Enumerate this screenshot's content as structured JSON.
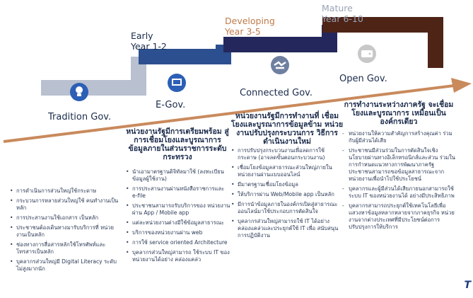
{
  "stages": [
    {
      "title": "Early",
      "years": "Year 1-2",
      "title_color": "#1b2b4b"
    },
    {
      "title": "Developing",
      "years": "Year 3-5",
      "title_color": "#c07a4a"
    },
    {
      "title": "Mature",
      "years": "Year 6-10",
      "title_color": "#9aa3b5"
    }
  ],
  "eras": [
    {
      "label": "Tradition Gov.",
      "icon": "lightbulb-icon"
    },
    {
      "label": "E-Gov.",
      "icon": "presentation-icon"
    },
    {
      "label": "Connected Gov.",
      "icon": "handshake-icon"
    },
    {
      "label": "Open Gov.",
      "icon": "wallet-icon"
    }
  ],
  "columns": [
    {
      "heading": "",
      "items": [
        "การดำเนินการส่วนใหญ่ใช้กระดาษ",
        "กระบวนการหลายส่วนใหญ่ใช้ คนทำงานเป็นหลัก",
        "การประสานงานใช้เอกสาร เป็นหลัก",
        "ประชาชนต้องเดินทางมารับบริการที่ หน่วยงานเป็นหลัก",
        "ช่องทางการสื่อสารหลักใช้โทรศัพท์และ โทรสารเป็นหลัก",
        "บุคลากรส่วนใหญ่มี Digital Literacy ระดับไม่สูงมากนัก"
      ]
    },
    {
      "heading": "หน่วยงานรัฐมีการเตรียมพร้อม สู่การเชื่อมโยงและบูรณาการ ข้อมูลภายในส่วนราชการระดับ กระทรวง",
      "items": [
        "นำเอามาตรฐานดิจิทัลมาใช้ (ลงทะเบียนข้อมูลผู้ใช้งาน)",
        "การประสานงานผ่านหนังสือราชการและ e-file",
        "ประชาชนสามารถรับบริการของ หน่วยงานผ่าน App / Mobile app",
        "แต่ละหน่วยงานต่างมีใช้ข้อมูลสาธารณะ",
        "บริการของหน่วยงานผ่าน web",
        "การใช้ service oriented Architecture",
        "บุคลากรส่วนใหญ่สามารถ ใช้ระบบ IT ของหน่วยงานได้อย่าง คล่องแคล่ว"
      ]
    },
    {
      "heading": "หน่วยงานรัฐมีการทำงานที่ เชื่อมโยงและบูรณาการข้อมูลข้าม หน่วยงานปรับปรุงกระบวนการ วิธีการดำเนินงานใหม่",
      "items": [
        "การปรับปรุงกระบวนงานเพื่อลดการใช้ กระดาษ (อาจลดขั้นตอนกระบวนงาน)",
        "เชื่อมโยงข้อมูลสาธารณะส่วนใหญ่ภายใน หน่วยงานผ่านแบบออนไลน์",
        "มีมาตรฐานเชื่อมโยงข้อมูล",
        "ให้บริการผ่าน Web/Mobile app เป็นหลัก",
        "มีการนำข้อมูลภายในองค์กรเปิดสู่สาธารณะ ออนไลน์มาใช้ประกอบการตัดสินใจ",
        "บุคลากรส่วนใหญ่สามารถใช้ IT ได้อย่าง คล่องแคล่วและประยุกต์ใช้ IT เพื่อ สนับสนุนการปฏิบัติงาน"
      ]
    },
    {
      "heading": "การทำงานระหว่างภาครัฐ จะเชื่อมโยงและบูรณาการ เหมือนเป็นองค์กรเดียว",
      "items": [
        "หน่วยงานให้ความสำคัญการสร้างคุณค่า ร่วมกับผู้มีส่วนได้เสีย",
        "ประชาชนมีส่วนร่วมในการตัดสินใจเชิง นโยบายผ่านทางอิเล็กทรอนิกส์และส่วน ร่วมในการกำหนดแนวทางการพัฒนาภาครัฐ ประชาชนสามารถขอข้อมูลสาธารณะจาก หน่วยงานเพื่อนำไปใช้ประโยชน์",
        "บุคลากรและผู้มีส่วนได้เสียภายนอกสามารถใช้ ระบบ IT ของหน่วยงานได้ อย่างมีประสิทธิภาพ",
        "บุคลากรสามารถประยุกต์ใช้เทคโนโลยีเพื่อ แสวงหาข้อมูลหลากหลายจากภาคธุรกิจ หน่วยงานจากต่างประเทศที่มีประโยชน์ต่อการ ปรับปรุงการให้บริการ"
      ]
    }
  ],
  "logo_text": "T",
  "colors": {
    "step_grey": "#b9c0cf",
    "step_blue": "#2c4f8f",
    "step_navy": "#24275b",
    "step_brown": "#4e2417",
    "arrow_orange": "#c98a5c"
  }
}
